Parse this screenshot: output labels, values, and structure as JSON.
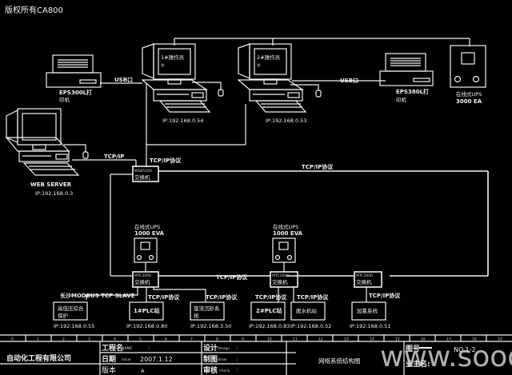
{
  "header": {
    "copyright": "版权所有CA800"
  },
  "watermark": "www.sooq.cn",
  "devices": {
    "printer_left": {
      "line1": "EPS300L打",
      "line2": "印机"
    },
    "printer_right": {
      "line1": "EPS380L打",
      "line2": "印机"
    },
    "ups_top": {
      "line1": "在线式UPS",
      "line2": "3000 EA"
    },
    "operator1": {
      "screen1": "1#操作员",
      "screen2": "站",
      "ip": "IP:192.168.0.54"
    },
    "operator2": {
      "screen1": "2#操作员",
      "screen2": "站",
      "ip": "IP:192.168.0.53"
    },
    "web_server": {
      "name": "WEB SERVER",
      "ip": "IP:192.168.0.3"
    },
    "switch_main": {
      "line1": "WEB5200",
      "line2": "交换机"
    },
    "ups_mid1": {
      "line1": "在线式UPS",
      "line2": "1000 EVA"
    },
    "ups_mid2": {
      "line1": "在线式UPS",
      "line2": "1000 EVA"
    },
    "switch_a": {
      "line1": "MTC2000",
      "line2": "交换机"
    },
    "switch_b": {
      "line1": "MTC2000",
      "line2": "交换机"
    },
    "switch_c": {
      "line1": "MTC2000",
      "line2": "交换机"
    },
    "box1": {
      "line1": "高低压综合",
      "line2": "保护",
      "ip": "IP:192.168.0.55"
    },
    "box2": {
      "line1": "1#PLC站",
      "line2": "",
      "ip": "IP:192.168.0.80"
    },
    "box3": {
      "line1": "旋流沉砂系",
      "line2": "统",
      "ip": "IP:192.168.3.50"
    },
    "box4": {
      "line1": "2#PLC站",
      "line2": "",
      "ip": "IP:192.168.0.83"
    },
    "box5": {
      "line1": "脱水机站",
      "line2": "",
      "ip": "IP:192.168.0.52"
    },
    "box6": {
      "line1": "加氯系统",
      "line2": "",
      "ip": "IP:192.168.0.51"
    }
  },
  "links": {
    "usb_left": "USB口",
    "usb_right": "USB口",
    "tcpip_web": "TCP/IP",
    "tcpip_main_vert": "TCP/IP协议",
    "tcpip_main_horiz": "TCP/IP协议",
    "tcpip_mid": "TCP/IP协议",
    "modbus": "长沙MODBUS TCP SLAVE",
    "tcpip_b1": "TCP/IP协议",
    "tcpip_b2": "TCP/IP协议",
    "tcpip_b3": "TCP/IP协议",
    "tcpip_b4": "TCP/IP协议",
    "tcpip_b5": "TCP/IP协议"
  },
  "ruler": [
    "0",
    "1",
    "2",
    "3",
    "4",
    "5",
    "6",
    "7",
    "8",
    "9",
    "10",
    "11",
    "12",
    "13",
    "14",
    "15",
    "16",
    "17",
    "18",
    "19"
  ],
  "title_block": {
    "company": "自动化工程有限公司",
    "project_label": "工程名",
    "project_sub": "NAME",
    "project_value": ":",
    "date_label": "日期",
    "date_sub": "issue",
    "date_value": "2007.1.12",
    "version_label": "版本",
    "version_value": "A",
    "design_label": "设计",
    "design_sub": "design",
    "design_value": ":",
    "draw_label": "制图",
    "draw_sub": "draw",
    "draw_value": ":",
    "check_label": "审核",
    "check_sub": "check",
    "check_value": ":",
    "drawing_title": "网络系统结构图",
    "drawing_no_label": "图号",
    "drawing_no_value": "NO.1-2",
    "owner_label": "业主名:"
  }
}
